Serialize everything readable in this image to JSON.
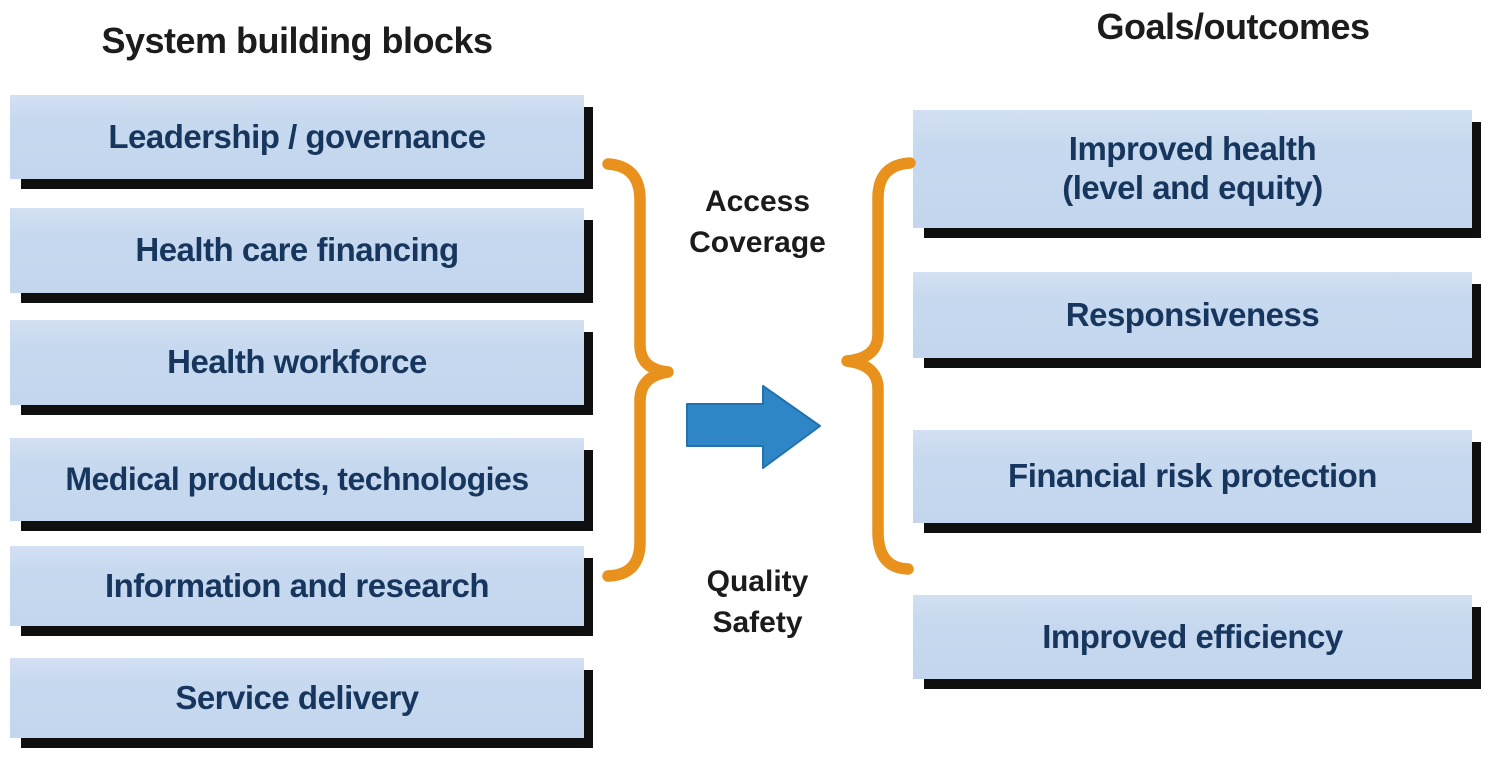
{
  "diagram": {
    "left_column": {
      "title": "System building blocks",
      "blocks": [
        "Leadership / governance",
        "Health care financing",
        "Health workforce",
        "Medical products, technologies",
        "Information and research",
        "Service delivery"
      ]
    },
    "right_column": {
      "title": "Goals/outcomes",
      "blocks": [
        "Improved health\n(level and equity)",
        "Responsiveness",
        "Financial risk protection",
        "Improved efficiency"
      ]
    },
    "middle": {
      "top_label": "Access\nCoverage",
      "bottom_label": "Quality\nSafety",
      "arrow_icon": "right-block-arrow",
      "left_brace_icon": "closing-curly-brace",
      "right_brace_icon": "opening-curly-brace"
    },
    "colors": {
      "box_fill": "#c7d9ef",
      "box_text": "#17365d",
      "box_shadow": "#0f0f0f",
      "brace_orange": "#e8911c",
      "arrow_blue": "#2e86c6",
      "heading_text": "#1c1c1c",
      "background": "#ffffff"
    }
  }
}
